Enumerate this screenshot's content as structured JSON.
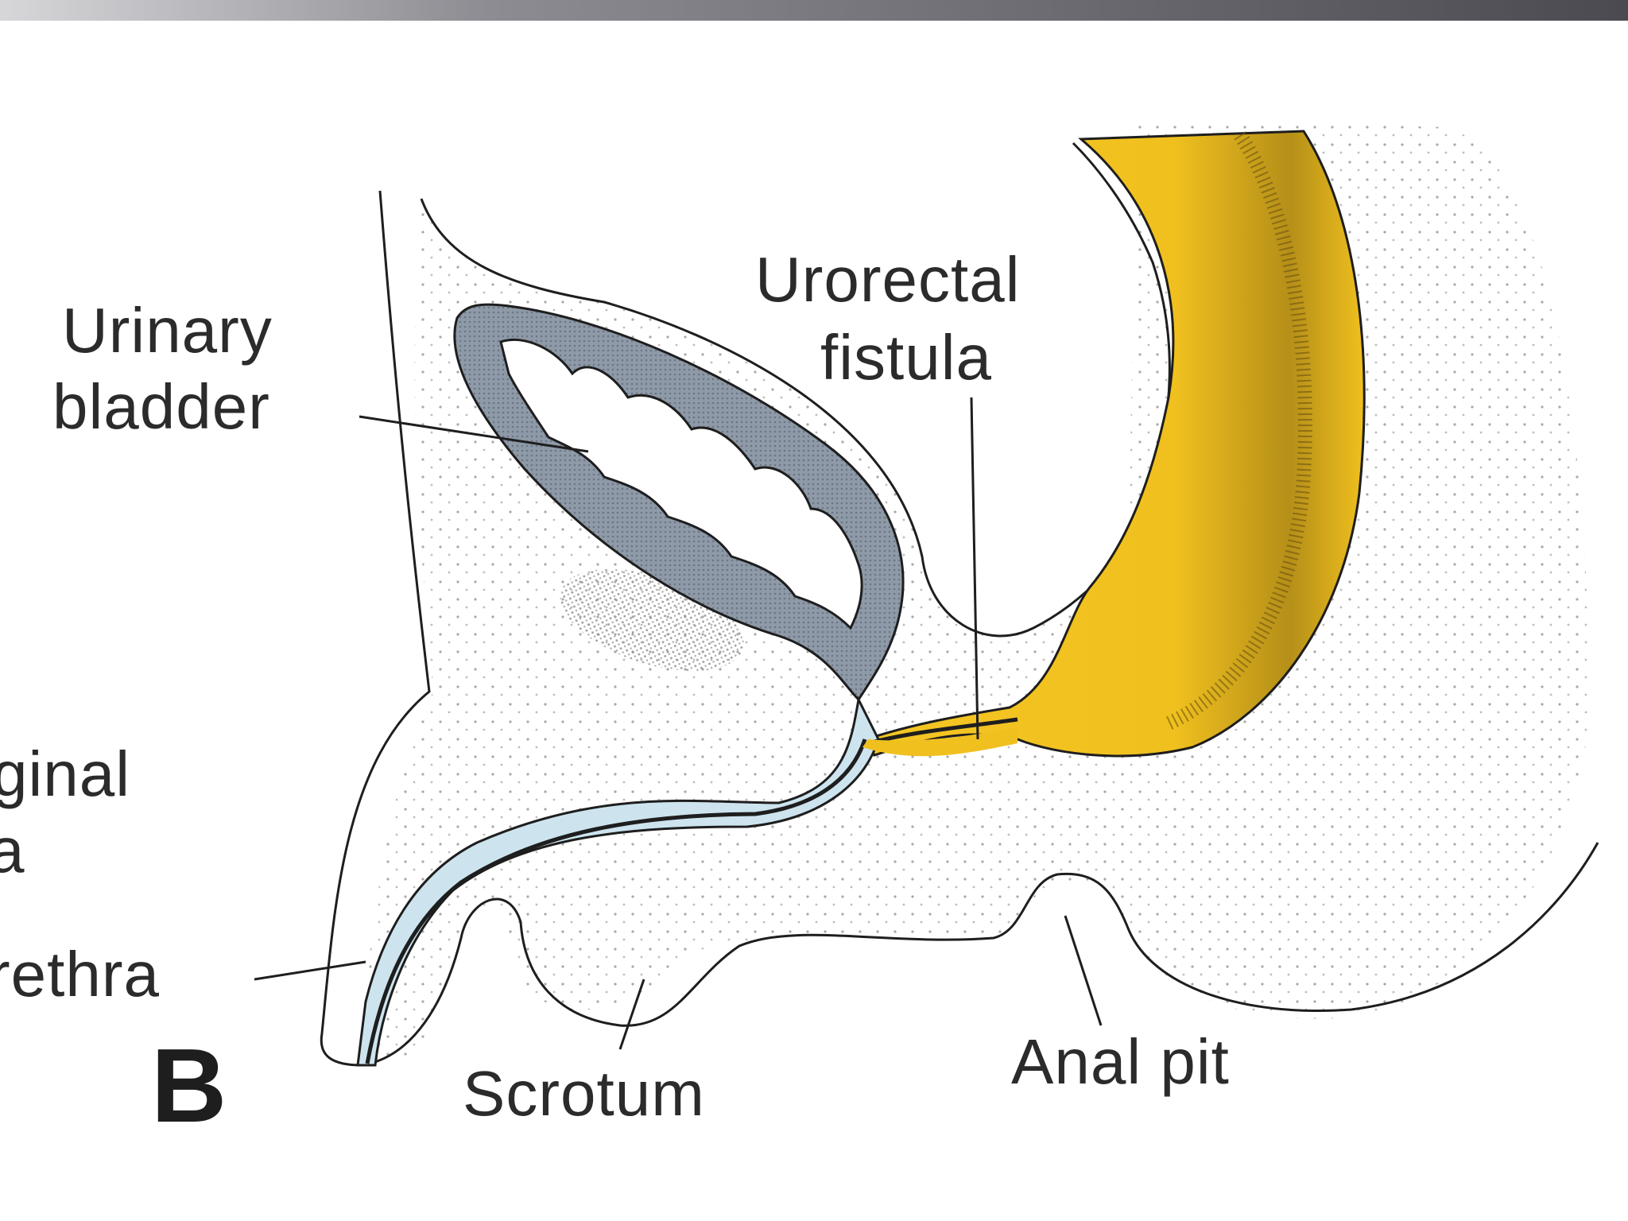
{
  "labels": {
    "urinary_bladder_line1": "Urinary",
    "urinary_bladder_line2": "bladder",
    "urorectal_line1": "Urorectal",
    "urorectal_line2": "fistula",
    "vaginal_fragment_line1": "ginal",
    "vaginal_fragment_line2": "a",
    "urethra": "rethra",
    "scrotum": "Scrotum",
    "anal_pit": "Anal pit",
    "panel_letter": "B"
  },
  "colors": {
    "rectum_fill": "#f2c21f",
    "rectum_shade": "#9b7a12",
    "bladder_wall": "#8f9aa8",
    "urethra_fill": "#cde4ef",
    "outline": "#1e1e1e",
    "tissue_dots": "#9a9a9a"
  }
}
